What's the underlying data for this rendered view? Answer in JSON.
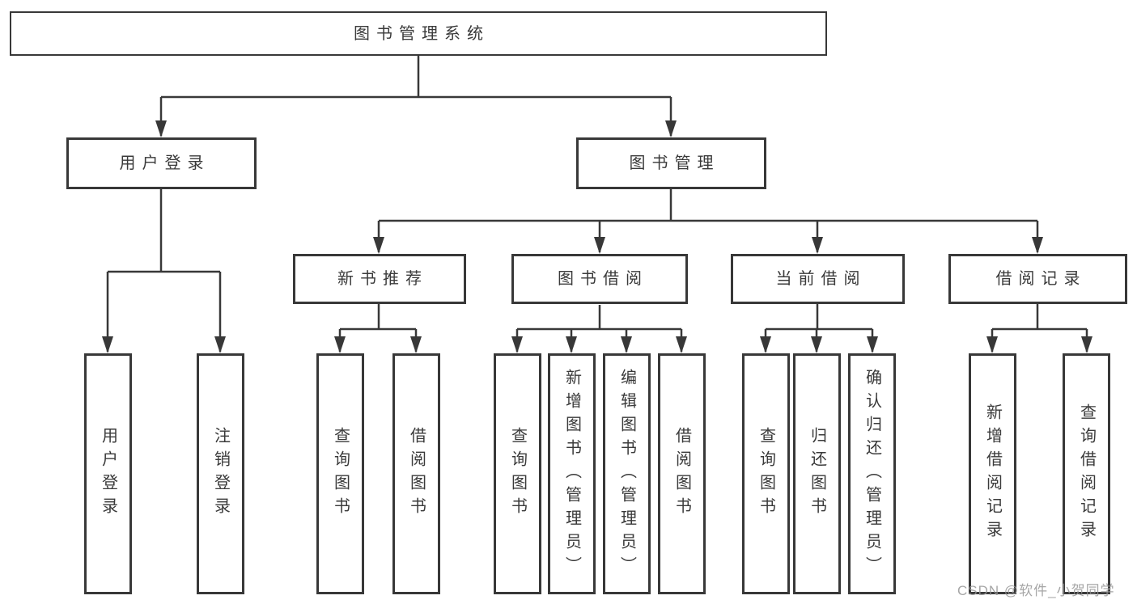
{
  "root_label": "图书管理系统",
  "level2": {
    "user_login": "用户登录",
    "book_mgmt": "图书管理"
  },
  "level3": {
    "new_books": "新书推荐",
    "book_borrow": "图书借阅",
    "current_borrow": "当前借阅",
    "borrow_records": "借阅记录"
  },
  "leaves": {
    "login": "用户登录",
    "logout": "注销登录",
    "nb_query": "查询图书",
    "nb_borrow": "借阅图书",
    "bb_query": "查询图书",
    "bb_add": "新增图书（管理员）",
    "bb_edit": "编辑图书（管理员）",
    "bb_borrow": "借阅图书",
    "cb_query": "查询图书",
    "cb_return": "归还图书",
    "cb_confirm": "确认归还（管理员）",
    "br_add": "新增借阅记录",
    "br_query": "查询借阅记录"
  },
  "watermark": "CSDN @软件_小贺同学",
  "colors": {
    "line": "#383838",
    "text": "#3a3a3a",
    "watermark": "#969696",
    "background": "#ffffff"
  }
}
